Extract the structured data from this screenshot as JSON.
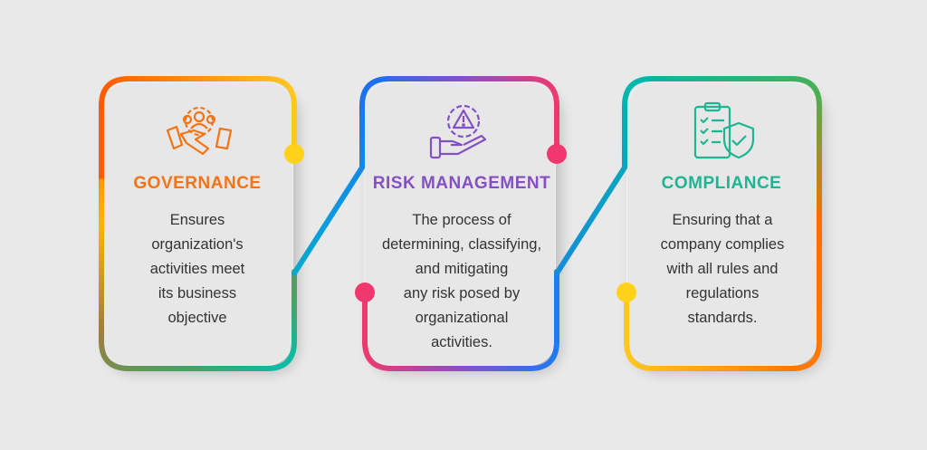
{
  "colors": {
    "orange": "#ff6d00",
    "yellow": "#ffc81e",
    "green": "#3fa66b",
    "teal": "#00b8a9",
    "blue": "#1e7bf0",
    "purple": "#8a4fc7",
    "pink": "#f0386e"
  },
  "sections": [
    {
      "title": "GOVERNANCE",
      "icon": "handshake-gear-people-icon",
      "color": "#f47414",
      "lines": [
        "Ensures",
        "organization's",
        "activities meet",
        "its business",
        "objective"
      ]
    },
    {
      "title": "RISK MANAGEMENT",
      "icon": "warning-gear-hand-icon",
      "color": "#8550c4",
      "lines": [
        "The process of",
        "determining, classifying,",
        "and mitigating",
        "any risk posed by",
        "organizational",
        "activities."
      ]
    },
    {
      "title": "COMPLIANCE",
      "icon": "clipboard-shield-icon",
      "color": "#1fb592",
      "lines": [
        "Ensuring that a",
        "company complies",
        "with all rules and",
        "regulations",
        "standards."
      ]
    }
  ]
}
